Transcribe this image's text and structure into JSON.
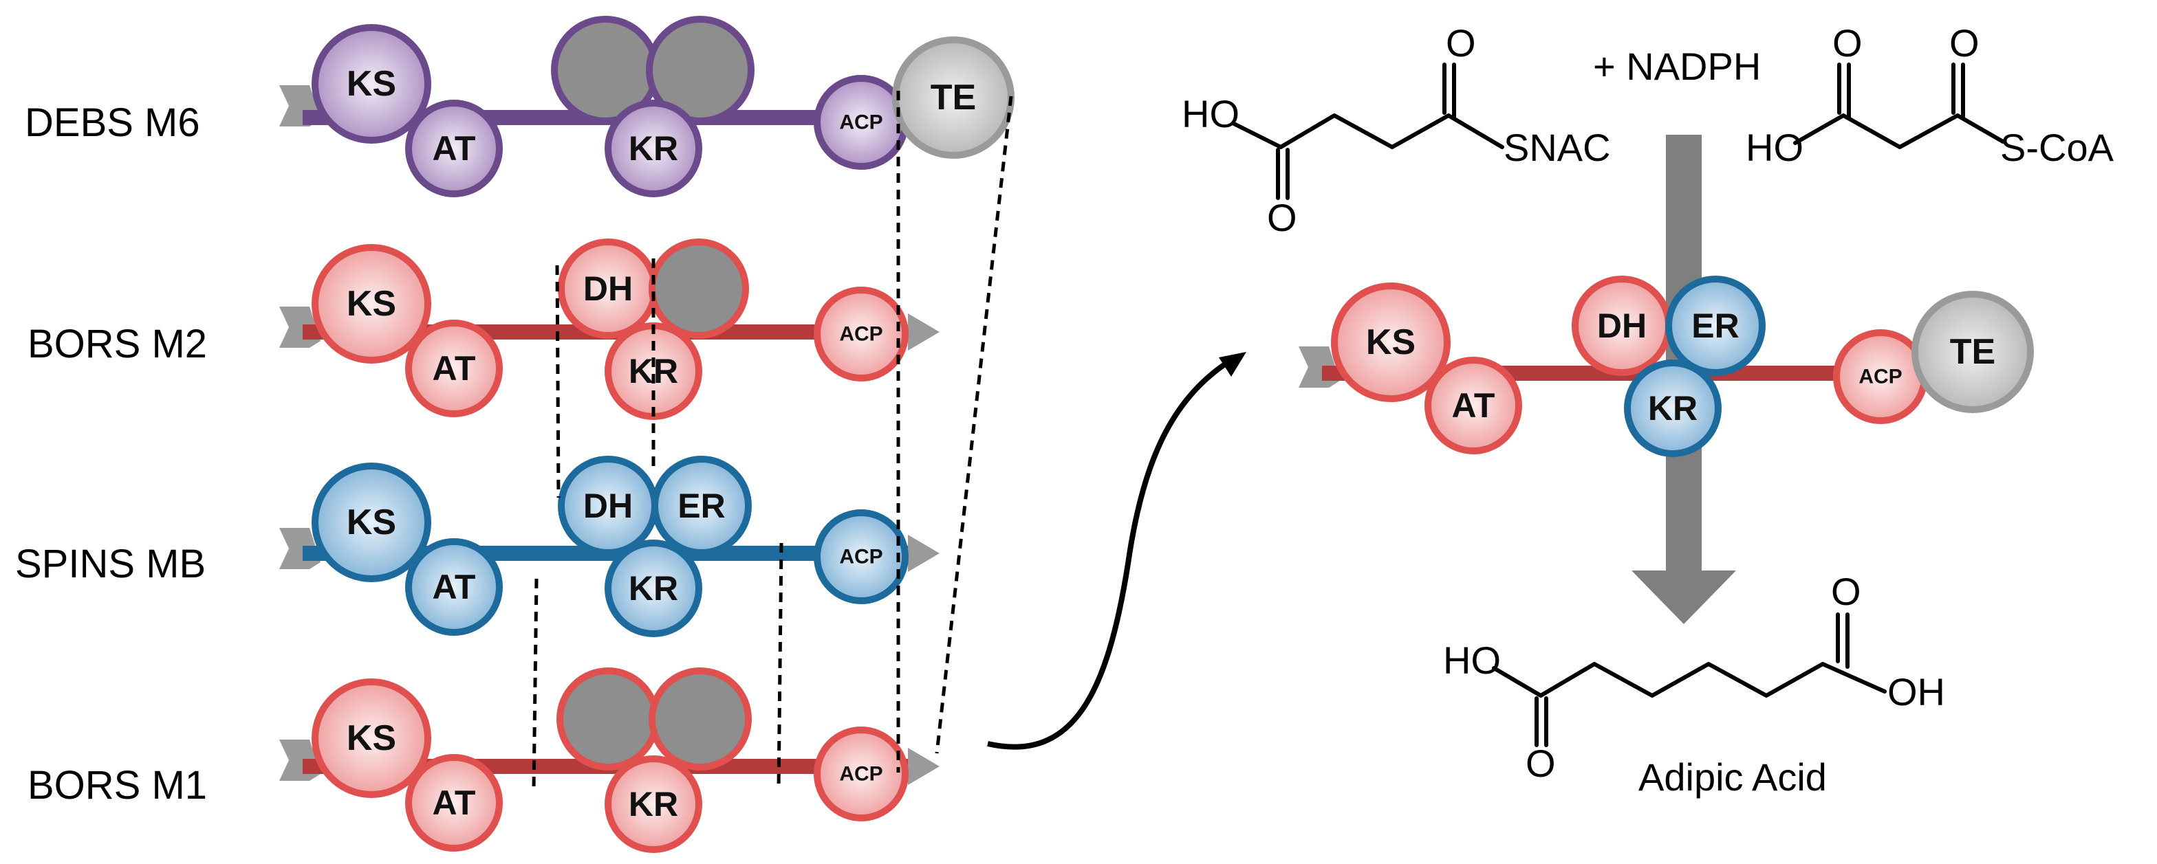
{
  "colors": {
    "purple": "#6a4a8a",
    "purple_light": "#e7d9ef",
    "red": "#e0504f",
    "red_light": "#fbdede",
    "red_bar": "#b43a3b",
    "blue": "#1d6a9c",
    "blue_light": "#d6e7f4",
    "gray": "#9a9a9a",
    "gray_fill": "#8e8e8e",
    "te_fill": "#cfcfcf",
    "arrow_gray": "#7f7f7f"
  },
  "modules": [
    {
      "label": "DEBS M6",
      "theme": "purple",
      "domains": [
        "KS",
        "AT",
        "",
        "",
        "KR",
        "ACP",
        "TE"
      ]
    },
    {
      "label": "BORS M2",
      "theme": "red",
      "domains": [
        "KS",
        "AT",
        "DH",
        "",
        "KR",
        "ACP"
      ]
    },
    {
      "label": "SPINS MB",
      "theme": "blue",
      "domains": [
        "KS",
        "AT",
        "DH",
        "ER",
        "KR",
        "ACP"
      ]
    },
    {
      "label": "BORS M1",
      "theme": "red",
      "domains": [
        "KS",
        "AT",
        "",
        "",
        "KR",
        "ACP"
      ]
    }
  ],
  "hybrid": {
    "domains": [
      "KS",
      "AT",
      "DH",
      "ER",
      "KR",
      "ACP",
      "TE"
    ]
  },
  "chemistry": {
    "substrate_ho": "HO",
    "substrate_o_top": "O",
    "substrate_o_bottom": "O",
    "substrate_snac": "SNAC",
    "cofactor": "+ NADPH",
    "malonyl_ho": "HO",
    "malonyl_o_left": "O",
    "malonyl_o_right": "O",
    "malonyl_scoa": "S-CoA",
    "product_ho_left": "HO",
    "product_oh_right": "OH",
    "product_o_left": "O",
    "product_o_right": "O",
    "product_name": "Adipic Acid"
  }
}
